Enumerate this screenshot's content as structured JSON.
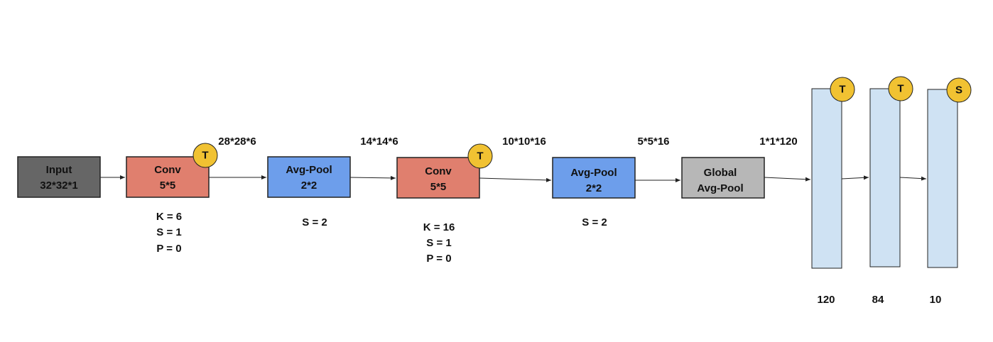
{
  "colors": {
    "input": "#666666",
    "conv": "#e07f6e",
    "pool": "#6d9eeb",
    "global_pool": "#b7b7b7",
    "fc": "#cfe2f3",
    "badge": "#f1c232"
  },
  "nodes": {
    "input": {
      "line1": "Input",
      "line2": "32*32*1"
    },
    "conv1": {
      "line1": "Conv",
      "line2": "5*5",
      "badge": "T",
      "params": [
        "K = 6",
        "S = 1",
        "P = 0"
      ]
    },
    "pool1": {
      "line1": "Avg-Pool",
      "line2": "2*2",
      "params": [
        "S = 2"
      ]
    },
    "conv2": {
      "line1": "Conv",
      "line2": "5*5",
      "badge": "T",
      "params": [
        "K = 16",
        "S = 1",
        "P = 0"
      ]
    },
    "pool2": {
      "line1": "Avg-Pool",
      "line2": "2*2",
      "params": [
        "S = 2"
      ]
    },
    "gpool": {
      "line1": "Global",
      "line2": "Avg-Pool"
    }
  },
  "dims": {
    "after_conv1": "28*28*6",
    "after_pool1": "14*14*6",
    "after_conv2": "10*10*16",
    "after_pool2": "5*5*16",
    "after_gpool": "1*1*120"
  },
  "fc_layers": [
    {
      "units": "120",
      "badge": "T"
    },
    {
      "units": "84",
      "badge": "T"
    },
    {
      "units": "10",
      "badge": "S"
    }
  ]
}
